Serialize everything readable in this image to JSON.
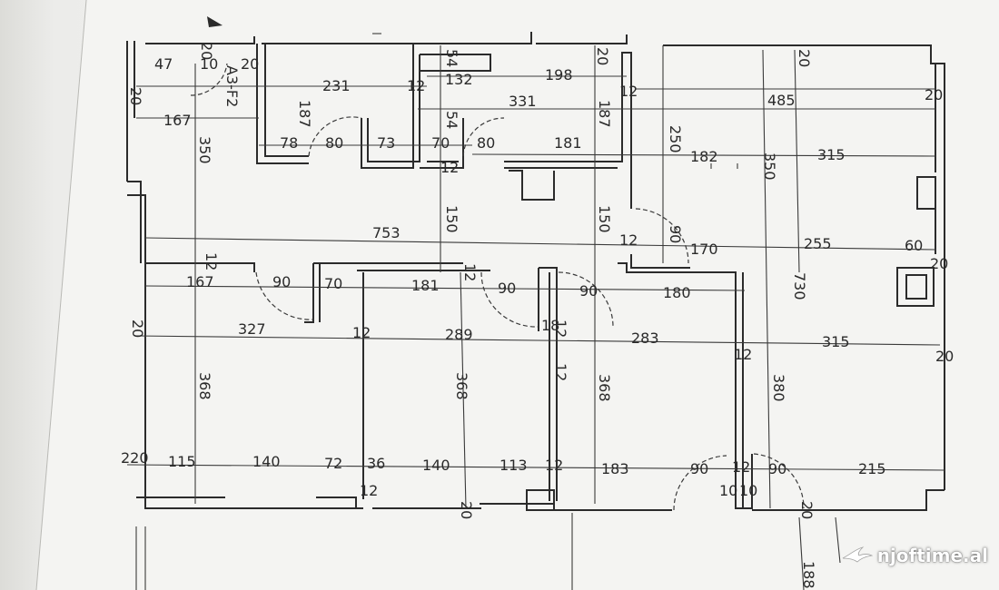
{
  "plan": {
    "labels": [
      "47",
      "10",
      "20",
      "20",
      "231",
      "12",
      "132",
      "198",
      "20",
      "54",
      "20",
      "485",
      "20",
      "187",
      "331",
      "187",
      "12",
      "20",
      "167",
      "54",
      "250",
      "350",
      "78",
      "80",
      "73",
      "70",
      "80",
      "181",
      "182",
      "315",
      "350",
      "12",
      "150",
      "150",
      "753",
      "12",
      "90",
      "170",
      "255",
      "60",
      "20",
      "12",
      "167",
      "90",
      "70",
      "181",
      "12",
      "90",
      "90",
      "180",
      "730",
      "20",
      "327",
      "12",
      "289",
      "18",
      "12",
      "283",
      "315",
      "20",
      "368",
      "368",
      "12",
      "368",
      "12",
      "380",
      "220",
      "115",
      "140",
      "72",
      "36",
      "140",
      "113",
      "12",
      "183",
      "90",
      "12",
      "90",
      "215",
      "12",
      "10",
      "10",
      "20",
      "20",
      "188"
    ],
    "room_tag": "A3-F2"
  },
  "watermark": {
    "text": "njoftime.al"
  }
}
